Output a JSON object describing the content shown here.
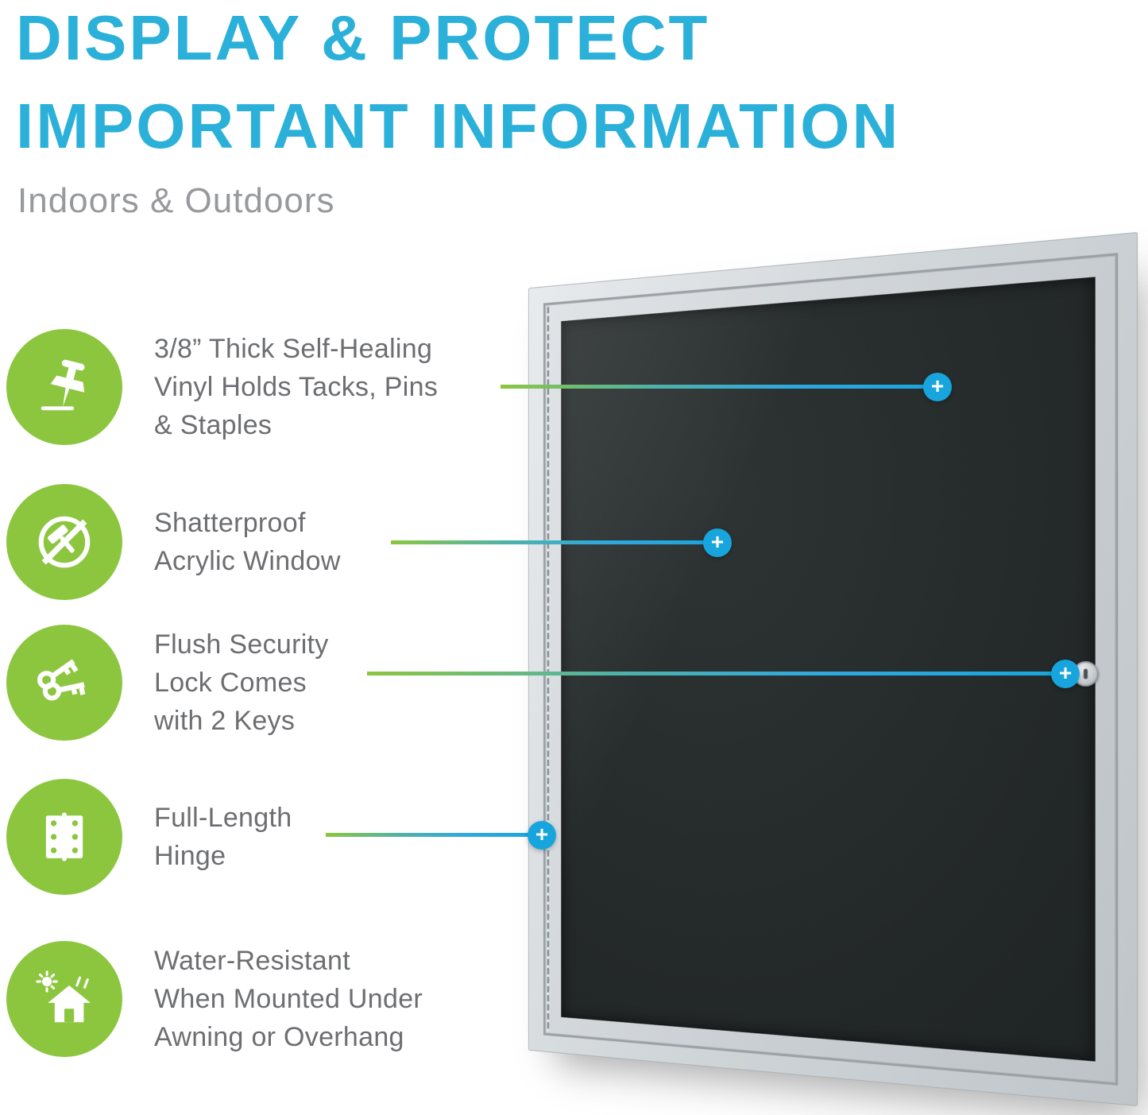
{
  "title": {
    "line1": "DISPLAY & PROTECT",
    "line2": "IMPORTANT INFORMATION"
  },
  "subtitle": "Indoors & Outdoors",
  "features": [
    {
      "icon": "tack-pin-icon",
      "text": "3/8” Thick Self-Healing\nVinyl Holds Tacks, Pins\n& Staples"
    },
    {
      "icon": "shatterproof-hammer-icon",
      "text": "Shatterproof\nAcrylic Window"
    },
    {
      "icon": "security-keys-icon",
      "text": "Flush Security\nLock Comes\nwith 2 Keys"
    },
    {
      "icon": "hinge-icon",
      "text": "Full-Length\nHinge"
    },
    {
      "icon": "water-resistant-house-icon",
      "text": "Water-Resistant\nWhen Mounted Under\nAwning or Overhang"
    }
  ],
  "markers": {
    "plus": "+"
  },
  "colors": {
    "accent_blue": "#2bb1d9",
    "marker_blue": "#18a5de",
    "accent_green": "#8cc63f",
    "text_gray": "#6d6e71",
    "board_frame_silver": "#cdd2d6",
    "board_vinyl_black": "#242929"
  }
}
